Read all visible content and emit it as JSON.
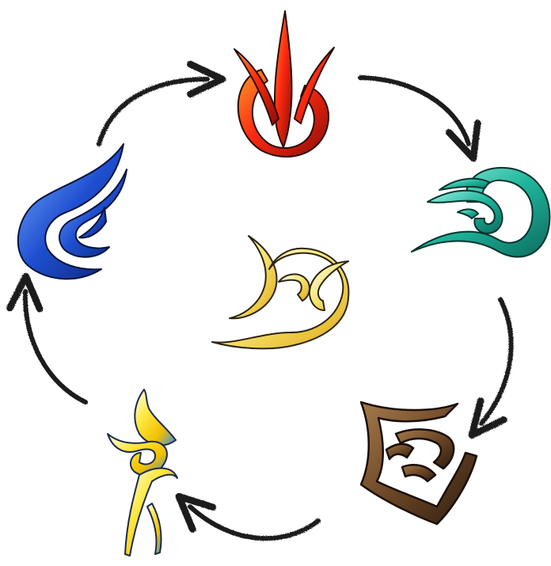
{
  "diagram": {
    "type": "cycle",
    "background": "#ffffff",
    "center": {
      "name": "light",
      "icon": "light-swirl-icon",
      "colors": [
        "#f7e36a",
        "#e8b820",
        "#ffffff"
      ]
    },
    "nodes": [
      {
        "name": "fire",
        "icon": "fire-spike-icon",
        "colors": [
          "#ff2a10",
          "#b3120a",
          "#f59a2a"
        ]
      },
      {
        "name": "water",
        "icon": "wave-cloud-icon",
        "colors": [
          "#7ee8d8",
          "#1fb59c",
          "#0f7f70"
        ]
      },
      {
        "name": "earth",
        "icon": "earth-shield-icon",
        "colors": [
          "#a57a4a",
          "#5a3a1f",
          "#2e1d0f"
        ]
      },
      {
        "name": "lightning",
        "icon": "bolt-figure-icon",
        "colors": [
          "#ffe840",
          "#f0c000",
          "#3a8df0"
        ]
      },
      {
        "name": "wind",
        "icon": "wind-wing-icon",
        "colors": [
          "#4a8cff",
          "#1f4fd0",
          "#0c2a8a"
        ]
      }
    ],
    "cycle_order": [
      "fire",
      "water",
      "earth",
      "lightning",
      "wind"
    ],
    "arrow_color": "#1a1a1a"
  }
}
